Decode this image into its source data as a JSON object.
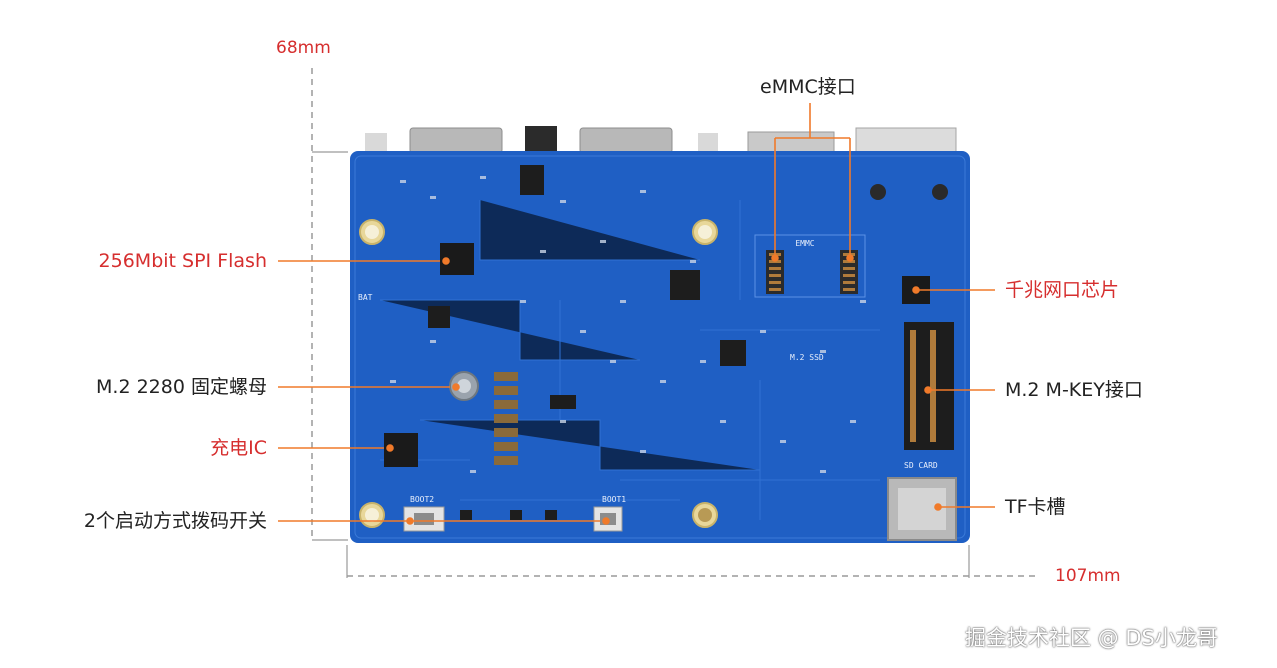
{
  "dimensions": {
    "height_label": "68mm",
    "width_label": "107mm"
  },
  "callouts": {
    "spi_flash": "256Mbit SPI Flash",
    "m2_nut": "M.2 2280 固定螺母",
    "charge_ic": "充电IC",
    "dip_switch": "2个启动方式拨码开关",
    "emmc": "eMMC接口",
    "gbe_chip": "千兆网口芯片",
    "m2_mkey": "M.2 M-KEY接口",
    "tf_slot": "TF卡槽"
  },
  "board_silkscreen": {
    "emmc_mark": "EMMC",
    "m2_mark": "M.2 SSD",
    "sd_mark": "SD CARD",
    "boot1": "BOOT1",
    "boot2": "BOOT2",
    "bat": "BAT"
  },
  "watermark": "掘金技术社区 @ DS小龙哥",
  "colors": {
    "pcb": "#1f5fc4",
    "callout_red": "#d62e2e",
    "callout_black": "#222222",
    "leader": "#f07a2a"
  }
}
